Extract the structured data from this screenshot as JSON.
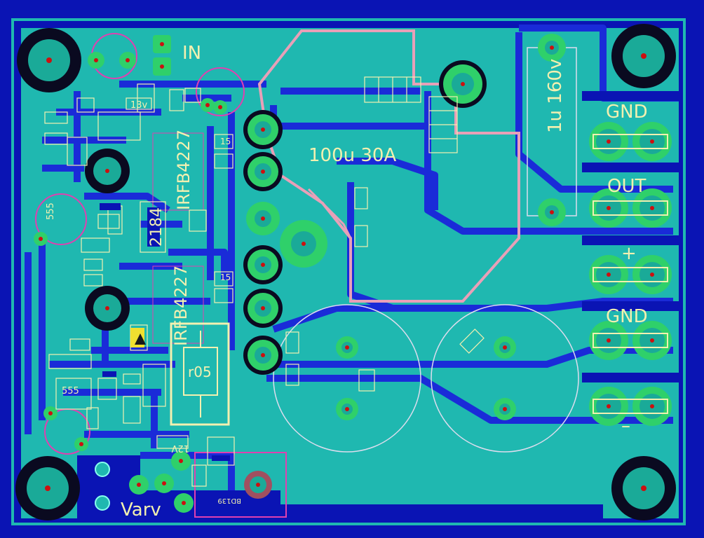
{
  "board": {
    "colors": {
      "background": "#0a14b4",
      "copper": "#1fb8b0",
      "trace": "#1a2bd8",
      "pad_ring": "#2fd06a",
      "pad_center": "#1aaa98",
      "silkscreen": "#f2f0b0",
      "outline": "#e8a0b8",
      "component_outline": "#e040b0",
      "drill": "#cc1010"
    },
    "labels": {
      "in": "IN",
      "gnd_top": "GND",
      "out": "OUT",
      "plus": "+",
      "gnd_mid": "GND",
      "minus": "–",
      "cap_main": "100u 30A",
      "cap_film": "1u 160v",
      "ic1": "IRFB4227",
      "ic2": "IRFB4227",
      "driver": "2184",
      "shunt": "r05",
      "vin_13": "13v",
      "vin_12": "12V",
      "varv": "Varv",
      "timer1": "555",
      "timer2": "555",
      "bd139": "BD139",
      "r15_a": "15",
      "r15_b": "15"
    }
  }
}
